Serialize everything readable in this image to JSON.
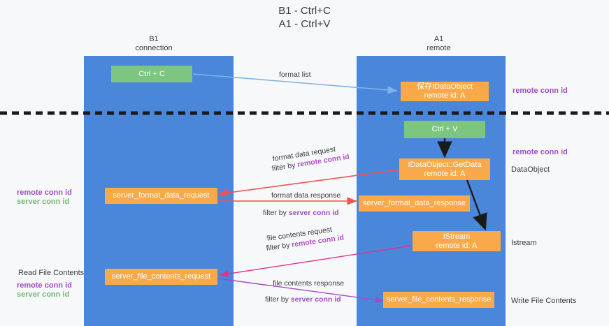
{
  "title": "B1 - Ctrl+C\nA1 - Ctrl+V",
  "columns": [
    {
      "name": "B1",
      "sub": "connection",
      "header": "B1\nconnection"
    },
    {
      "name": "A1",
      "sub": "remote",
      "header": "A1\nremote"
    }
  ],
  "colors": {
    "lane": "#4a86da",
    "green_node": "#7dc67f",
    "orange_node": "#f9a94a",
    "purple_label": "#a04ec8",
    "green_label": "#73b873",
    "red_arrow": "#ef5350",
    "pink_arrow": "#e0338f",
    "violet_arrow": "#a64ac9",
    "blue_arrow": "#7fb3e8",
    "black_arrow": "#1a1a1a",
    "background": "#f7f8f9"
  },
  "divider": {
    "style": "dashed",
    "color": "#1a1a1a"
  },
  "nodes": {
    "ctrl_c": "Ctrl + C",
    "ctrl_v": "Ctrl + V",
    "save_idataobject": "保存IDataObject\nremote id: A",
    "idataobject_getdata": "IDataObject::GetData\nremote id: A",
    "istream": "IStream\nremote id: A",
    "server_format_data_request": "server_format_data_request",
    "server_format_data_response": "server_format_data_response",
    "server_file_contents_request": "server_file_contents_request",
    "server_file_contents_response": "server_file_contents_response"
  },
  "edges": {
    "format_list": "format list",
    "format_data_request": {
      "line1": "format data request",
      "line2_prefix": "filter by ",
      "line2_highlight": "remote conn id"
    },
    "format_data_response": {
      "line1": "format data response",
      "line2_prefix": "filter by ",
      "line2_highlight": "server conn id"
    },
    "file_contents_request": {
      "line1": "file contents request",
      "line2_prefix": "filter by ",
      "line2_highlight": "remote conn id"
    },
    "file_contents_response": {
      "line1": "file contents response",
      "line2_prefix": "filter by ",
      "line2_highlight": "server conn id"
    }
  },
  "annotations": {
    "right_remote_conn_id_top": "remote conn id",
    "right_remote_conn_id_mid": "remote conn id",
    "right_dataobject": "DataObject",
    "right_istream": "Istream",
    "right_write_file_contents": "Write File Contents",
    "left_remote_conn_id": "remote conn id",
    "left_server_conn_id": "server conn id",
    "left_read_file_contents": "Read File Contents",
    "left_remote_conn_id_2": "remote conn id",
    "left_server_conn_id_2": "server conn id"
  }
}
